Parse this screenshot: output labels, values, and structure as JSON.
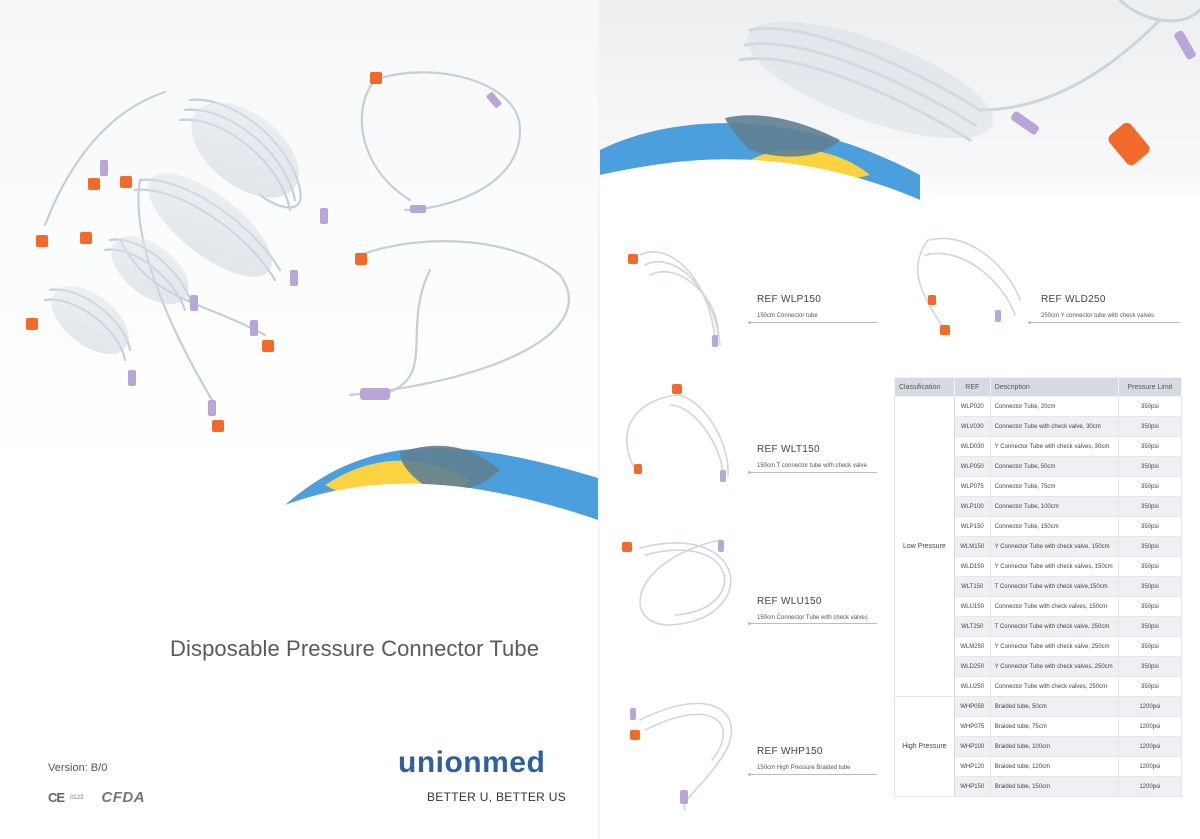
{
  "cover": {
    "title": "Disposable Pressure Connector Tube",
    "version": "Version: B/0",
    "ce_mark": "CE",
    "ce_number": "0123",
    "cfda_mark": "CFDA",
    "logo": "unionmed",
    "slogan": "BETTER U, BETTER US"
  },
  "colors": {
    "wave_blue": "#4a9fdc",
    "wave_dark": "#5f7f94",
    "wave_yellow": "#fcd241",
    "connector_orange": "#f26a2a",
    "connector_purple": "#b8a6d9",
    "logo_blue": "#2f5fa0"
  },
  "products": [
    {
      "ref": "REF WLP150",
      "desc": "150cm Connector tube"
    },
    {
      "ref": "REF WLD250",
      "desc": "250cm Y connector tube with check valves"
    },
    {
      "ref": "REF WLT150",
      "desc": "150cm T connector tube with check valve"
    },
    {
      "ref": "REF WLU150",
      "desc": "150cm Connector Tube with check valves"
    },
    {
      "ref": "REF WHP150",
      "desc": "150cm High Pressure Braided tube"
    }
  ],
  "table": {
    "headers": [
      "Classification",
      "REF",
      "Description",
      "Pressure Limit"
    ],
    "groups": [
      {
        "classification": "Low Pressure",
        "rows": [
          [
            "WLP020",
            "Connector Tube, 20cm",
            "350psi"
          ],
          [
            "WLV030",
            "Connector Tube with check valve, 30cm",
            "350psi"
          ],
          [
            "WLD030",
            "Y Connector Tube with check valves, 30cm",
            "350psi"
          ],
          [
            "WLP050",
            "Connector Tube, 50cm",
            "350psi"
          ],
          [
            "WLP075",
            "Connector Tube, 75cm",
            "350psi"
          ],
          [
            "WLP100",
            "Connector Tube, 100cm",
            "350psi"
          ],
          [
            "WLP150",
            "Connector Tube, 150cm",
            "350psi"
          ],
          [
            "WLM150",
            "Y Connector Tube with check valve, 150cm",
            "350psi"
          ],
          [
            "WLD150",
            "Y Connector Tube with check valves, 150cm",
            "350psi"
          ],
          [
            "WLT150",
            "T Connector Tube with check valve,150cm",
            "350psi"
          ],
          [
            "WLU150",
            "Connector Tube with check valves, 150cm",
            "350psi"
          ],
          [
            "WLT250",
            "T Connector Tube with check valve, 250cm",
            "350psi"
          ],
          [
            "WLM250",
            "Y Connector Tube with check valve, 250cm",
            "350psi"
          ],
          [
            "WLD250",
            "Y Connector Tube with check valves, 250cm",
            "350psi"
          ],
          [
            "WLU250",
            "Connector Tube with check valves, 250cm",
            "350psi"
          ]
        ]
      },
      {
        "classification": "High Pressure",
        "rows": [
          [
            "WHP050",
            "Braided tube, 50cm",
            "1200psi"
          ],
          [
            "WHP075",
            "Braided tube, 75cm",
            "1200psi"
          ],
          [
            "WHP100",
            "Braided tube, 100cm",
            "1200psi"
          ],
          [
            "WHP120",
            "Braided tube, 120cm",
            "1200psi"
          ],
          [
            "WHP150",
            "Braided tube, 150cm",
            "1200psi"
          ]
        ]
      }
    ]
  }
}
